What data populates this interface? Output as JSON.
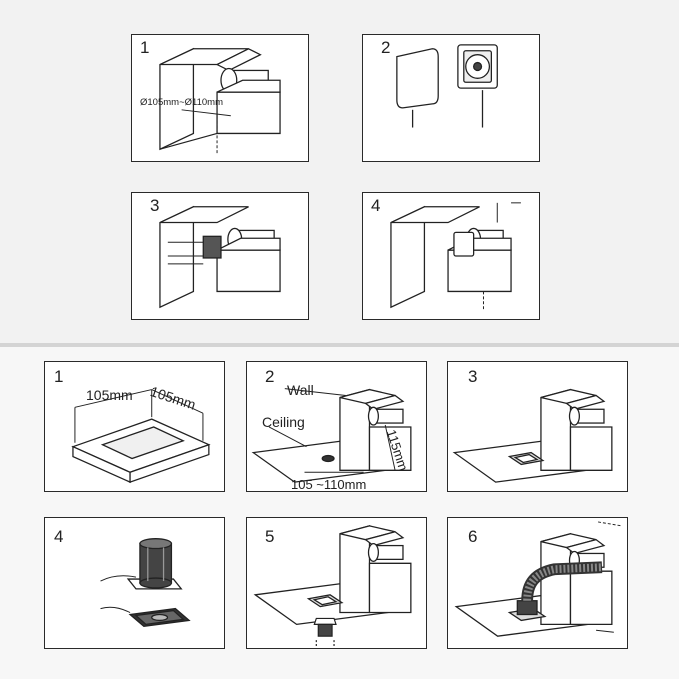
{
  "top": {
    "steps": [
      {
        "number": "1",
        "dimension": "Ø105mm~Ø110mm"
      },
      {
        "number": "2"
      },
      {
        "number": "3"
      },
      {
        "number": "4"
      }
    ]
  },
  "bottom": {
    "steps": [
      {
        "number": "1",
        "width": "105mm",
        "depth": "105mm"
      },
      {
        "number": "2",
        "wall": "Wall",
        "ceiling": "Ceiling",
        "height": "115mm",
        "hole": "105 ~110mm"
      },
      {
        "number": "3"
      },
      {
        "number": "4"
      },
      {
        "number": "5"
      },
      {
        "number": "6"
      }
    ]
  }
}
